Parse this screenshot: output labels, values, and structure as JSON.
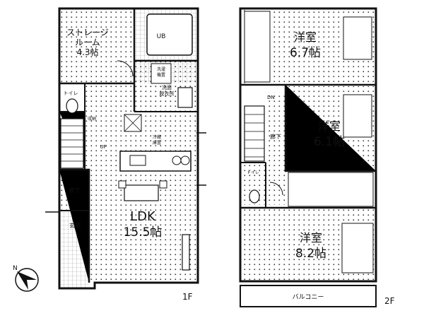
{
  "floor1": {
    "storage_label_line1": "ストレージ",
    "storage_label_line2": "ルーム",
    "storage_size": "4.3帖",
    "ub": "UB",
    "wash_line1": "洗面",
    "wash_line2": "脱衣所",
    "laundry_line1": "洗濯",
    "laundry_line2": "機置",
    "toilet": "トイレ",
    "storage_small": "収納",
    "up": "UP",
    "fridge_line1": "冷蔵",
    "fridge_line2": "庫置",
    "hall": "廊下",
    "entrance": "玄関",
    "ldk_name": "LDK",
    "ldk_size": "15.5帖",
    "floor_label": "1F"
  },
  "floor2": {
    "room1_name": "洋室",
    "room1_size": "6.7帖",
    "room2_name": "洋室",
    "room2_size": "6.1帖",
    "room3_name": "洋室",
    "room3_size": "8.2帖",
    "dn": "DN",
    "hall": "廊下",
    "toilet": "トイレ",
    "balcony": "バルコニー",
    "floor_label": "2F"
  },
  "compass": {
    "north_letter": "N",
    "icon": "north-arrow-icon"
  }
}
